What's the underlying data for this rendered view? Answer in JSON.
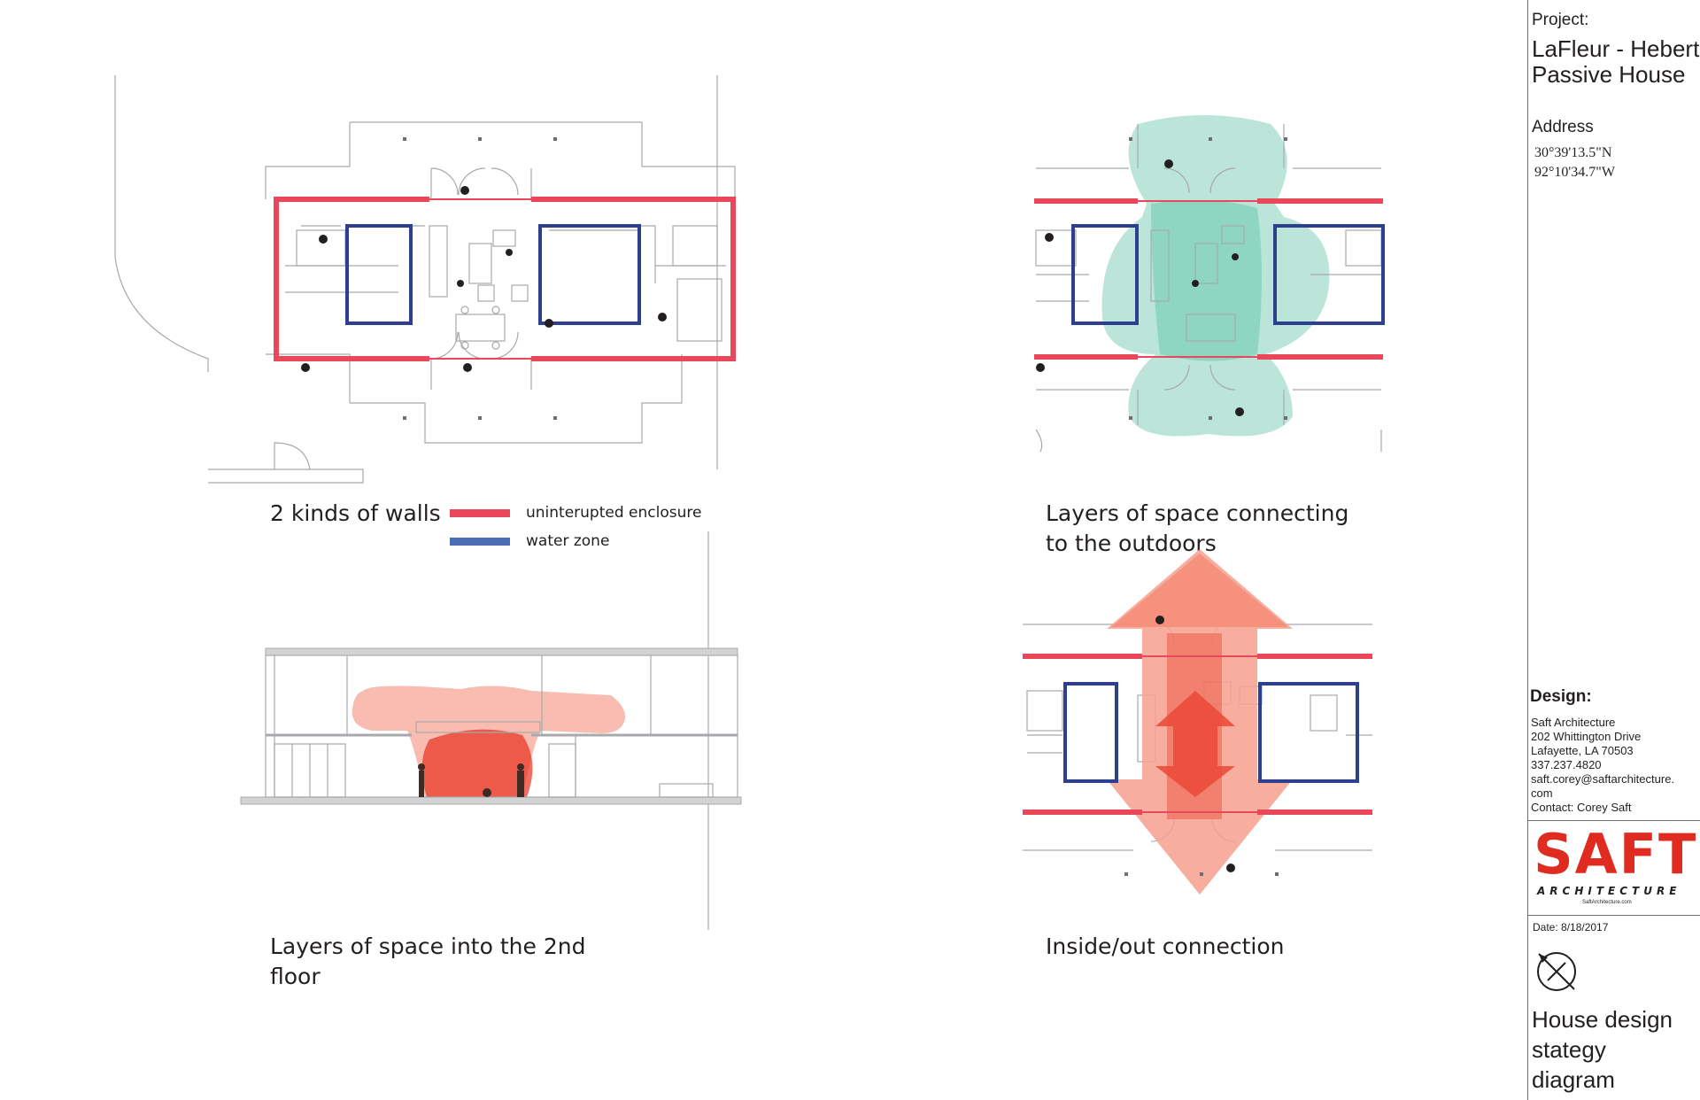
{
  "panels": {
    "walls": {
      "caption": "2 kinds of walls",
      "legend": [
        {
          "label": "uninterupted enclosure",
          "color": "#e8485a"
        },
        {
          "label": "water zone",
          "color": "#4a6db5"
        }
      ]
    },
    "outdoors": {
      "caption_line1": "Layers of space connecting",
      "caption_line2": "to the outdoors"
    },
    "section": {
      "caption_line1": "Layers of space into the 2nd",
      "caption_line2": "floor"
    },
    "connection": {
      "caption": "Inside/out connection"
    }
  },
  "colors": {
    "enclosure_red": "#e8485a",
    "water_blue": "#2e3f8f",
    "outdoor_green": "#8fd3c0",
    "connection_salmon": "#f6a08e",
    "connection_red": "#e8311f",
    "linework": "#a7a9ac"
  },
  "title_block": {
    "project_label": "Project:",
    "project_name_line1": "LaFleur - Hebert",
    "project_name_line2": "Passive House",
    "address_label": "Address",
    "lat": "30°39'13.5\"N",
    "lon": "92°10'34.7\"W",
    "design_label": "Design:",
    "design_lines": [
      "Saft Architecture",
      "202 Whittington Drive",
      "Lafayette, LA 70503",
      "337.237.4820",
      "saft.corey@saftarchitecture.",
      "com",
      "Contact: Corey Saft"
    ],
    "logo_text": "SAFT",
    "logo_sub": "ARCHITECTURE",
    "logo_url": "SaftArchitecture.com",
    "date": "Date: 8/18/2017",
    "compass_icon": "north-arrow-icon",
    "sheet_title_line1": "House design",
    "sheet_title_line2": "stategy",
    "sheet_title_line3": "diagram"
  }
}
